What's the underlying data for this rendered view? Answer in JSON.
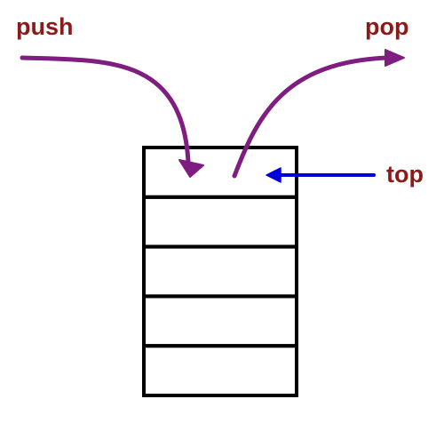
{
  "labels": {
    "push": "push",
    "pop": "pop",
    "top": "top"
  },
  "stack": {
    "slot_count": 5
  },
  "colors": {
    "label_text": "#8b1a1a",
    "push_arrow": "#7f1d80",
    "pop_arrow": "#7f1d80",
    "top_pointer": "#0000dd",
    "stack_outline": "#000000"
  }
}
